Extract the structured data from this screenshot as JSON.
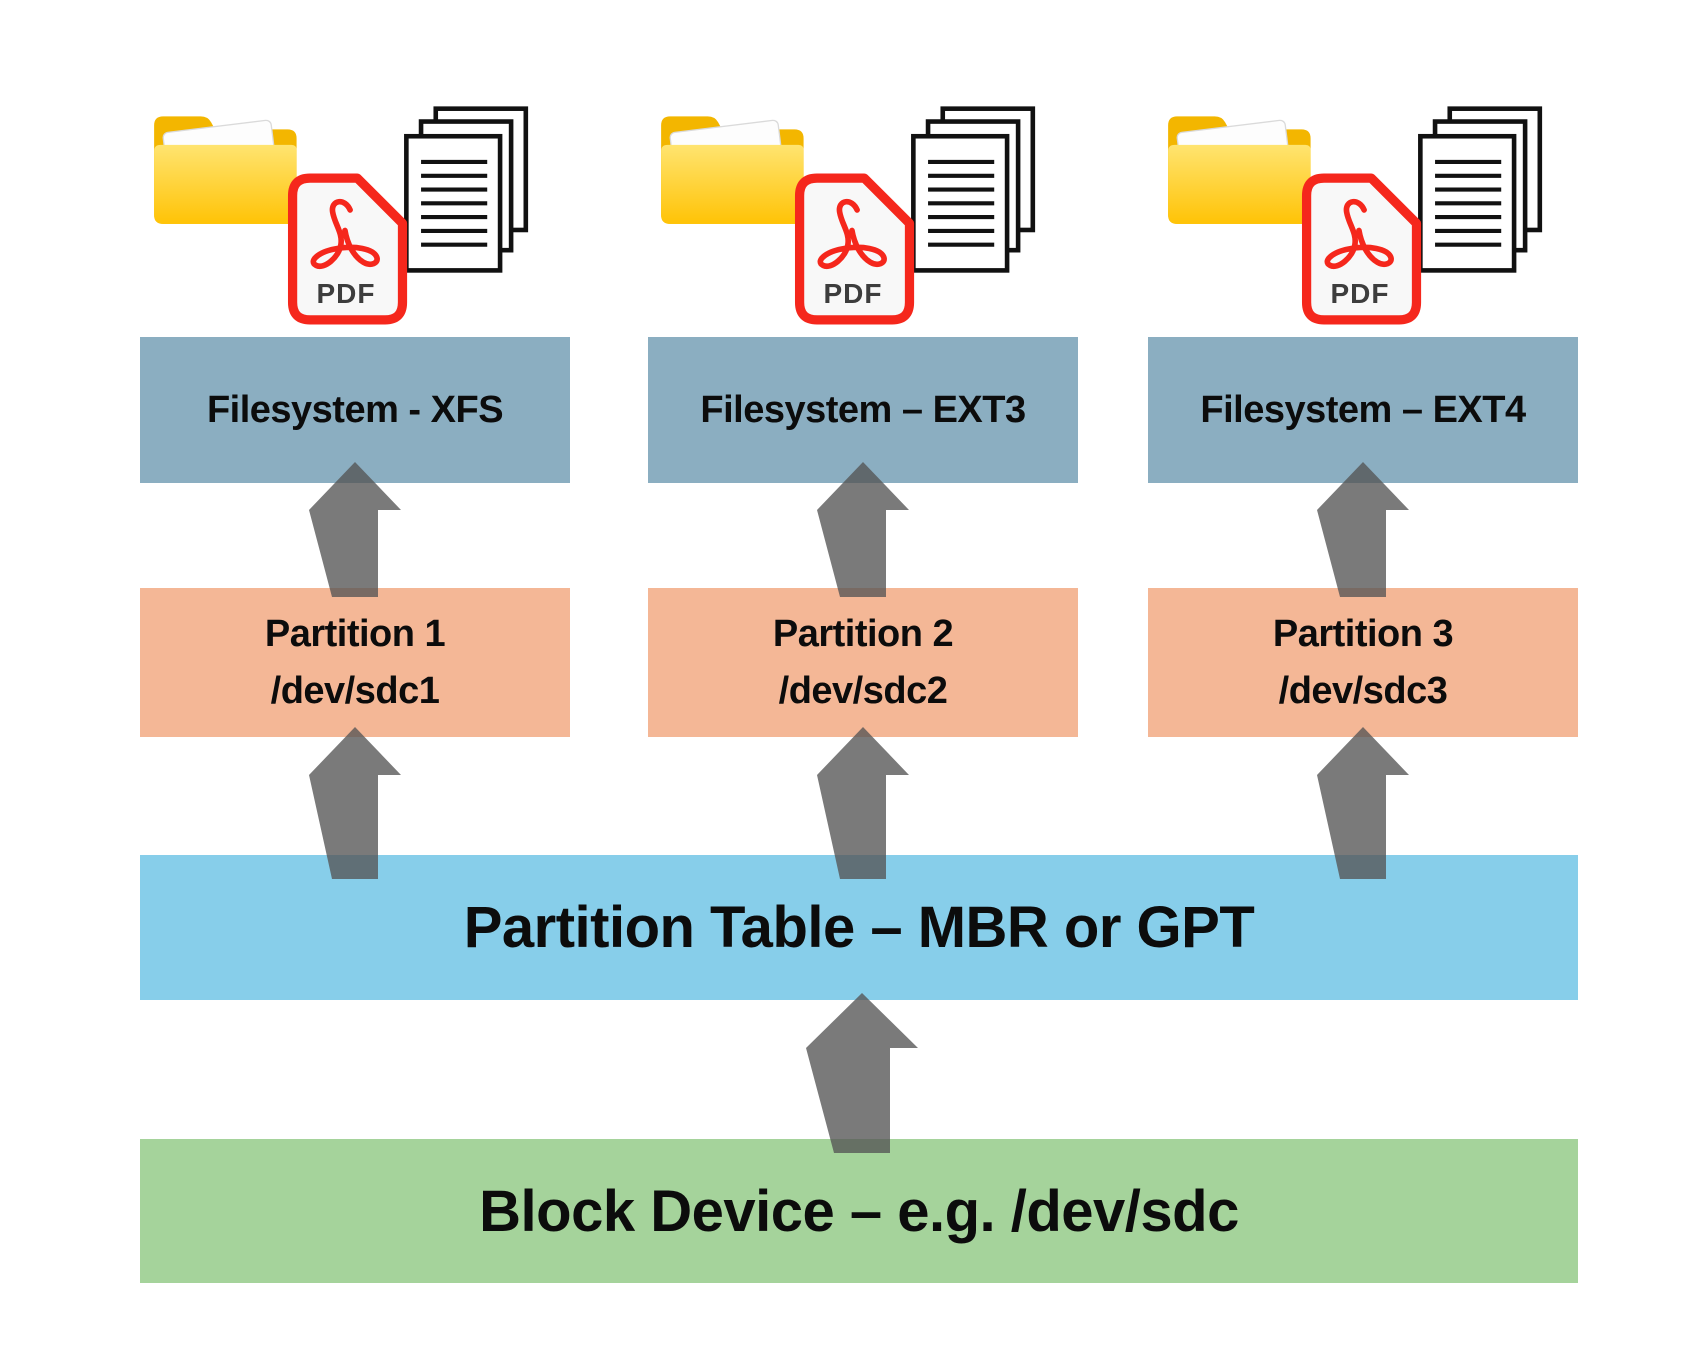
{
  "columns": [
    {
      "filesystem": "Filesystem - XFS",
      "partition_name": "Partition 1",
      "partition_device": "/dev/sdc1"
    },
    {
      "filesystem": "Filesystem – EXT3",
      "partition_name": "Partition 2",
      "partition_device": "/dev/sdc2"
    },
    {
      "filesystem": "Filesystem – EXT4",
      "partition_name": "Partition 3",
      "partition_device": "/dev/sdc3"
    }
  ],
  "partition_table_label": "Partition Table – MBR or GPT",
  "block_device_label": "Block Device – e.g. /dev/sdc",
  "icons": {
    "folder": "folder-icon",
    "pdf_file": "pdf-file-icon",
    "pdf_label": "PDF",
    "document_stack": "document-stack-icon"
  },
  "colors": {
    "filesystem_box": "#8BAEC1",
    "partition_box": "#F4B796",
    "partition_table_box": "#87CEEA",
    "block_device_box": "#A5D39B",
    "arrow_gray_translucent": "#545454",
    "folder_yellow": "#FFC306",
    "pdf_red": "#F5271C",
    "pdf_text_gray": "#3D3D3D",
    "document_outline": "#111111",
    "text_black": "#0C0C0C"
  }
}
